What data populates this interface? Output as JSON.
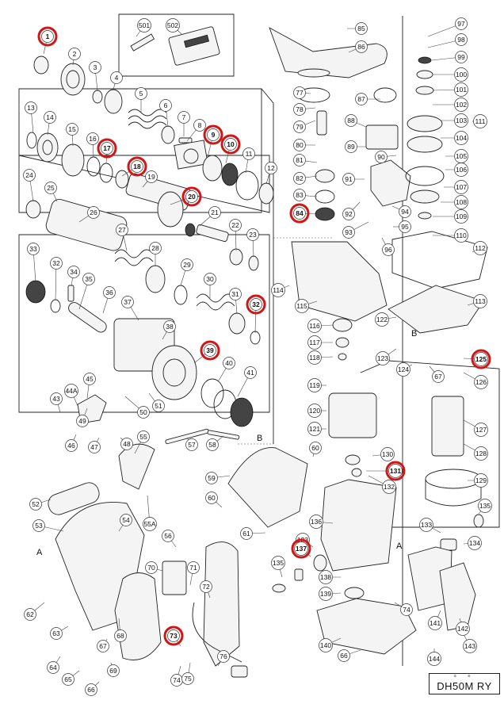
{
  "document": {
    "model": "DH50M RY",
    "code_glyphs": "※ ※"
  },
  "section_markers": [
    "A",
    "B",
    "B",
    "A"
  ],
  "highlight_color": "#d01616",
  "callouts": [
    {
      "label": "1",
      "highlighted": true
    },
    {
      "label": "2"
    },
    {
      "label": "3"
    },
    {
      "label": "4"
    },
    {
      "label": "5"
    },
    {
      "label": "6"
    },
    {
      "label": "7"
    },
    {
      "label": "8"
    },
    {
      "label": "9",
      "highlighted": true
    },
    {
      "label": "10",
      "highlighted": true
    },
    {
      "label": "11"
    },
    {
      "label": "12"
    },
    {
      "label": "13"
    },
    {
      "label": "14"
    },
    {
      "label": "15"
    },
    {
      "label": "16"
    },
    {
      "label": "17",
      "highlighted": true
    },
    {
      "label": "18",
      "highlighted": true
    },
    {
      "label": "19"
    },
    {
      "label": "20",
      "highlighted": true
    },
    {
      "label": "21"
    },
    {
      "label": "22"
    },
    {
      "label": "23"
    },
    {
      "label": "24"
    },
    {
      "label": "25"
    },
    {
      "label": "26"
    },
    {
      "label": "27"
    },
    {
      "label": "28"
    },
    {
      "label": "29"
    },
    {
      "label": "30"
    },
    {
      "label": "31"
    },
    {
      "label": "32",
      "highlighted": true
    },
    {
      "label": "33"
    },
    {
      "label": "32"
    },
    {
      "label": "34"
    },
    {
      "label": "35"
    },
    {
      "label": "36"
    },
    {
      "label": "37"
    },
    {
      "label": "38"
    },
    {
      "label": "39",
      "highlighted": true
    },
    {
      "label": "40"
    },
    {
      "label": "41"
    },
    {
      "label": "43"
    },
    {
      "label": "44A"
    },
    {
      "label": "45"
    },
    {
      "label": "46"
    },
    {
      "label": "47"
    },
    {
      "label": "48"
    },
    {
      "label": "49"
    },
    {
      "label": "50"
    },
    {
      "label": "51"
    },
    {
      "label": "52"
    },
    {
      "label": "53"
    },
    {
      "label": "54"
    },
    {
      "label": "55"
    },
    {
      "label": "55A"
    },
    {
      "label": "56"
    },
    {
      "label": "57"
    },
    {
      "label": "58"
    },
    {
      "label": "59"
    },
    {
      "label": "60"
    },
    {
      "label": "60"
    },
    {
      "label": "61"
    },
    {
      "label": "62"
    },
    {
      "label": "63"
    },
    {
      "label": "64"
    },
    {
      "label": "65"
    },
    {
      "label": "66"
    },
    {
      "label": "67"
    },
    {
      "label": "68"
    },
    {
      "label": "69"
    },
    {
      "label": "70"
    },
    {
      "label": "71"
    },
    {
      "label": "72"
    },
    {
      "label": "73",
      "highlighted": true
    },
    {
      "label": "74"
    },
    {
      "label": "75"
    },
    {
      "label": "76"
    },
    {
      "label": "77"
    },
    {
      "label": "78"
    },
    {
      "label": "79"
    },
    {
      "label": "80"
    },
    {
      "label": "81"
    },
    {
      "label": "82"
    },
    {
      "label": "83"
    },
    {
      "label": "84",
      "highlighted": true
    },
    {
      "label": "85"
    },
    {
      "label": "86"
    },
    {
      "label": "87"
    },
    {
      "label": "88"
    },
    {
      "label": "89"
    },
    {
      "label": "90"
    },
    {
      "label": "91"
    },
    {
      "label": "92"
    },
    {
      "label": "93"
    },
    {
      "label": "94"
    },
    {
      "label": "95"
    },
    {
      "label": "96"
    },
    {
      "label": "97"
    },
    {
      "label": "98"
    },
    {
      "label": "99"
    },
    {
      "label": "100"
    },
    {
      "label": "101"
    },
    {
      "label": "102"
    },
    {
      "label": "103"
    },
    {
      "label": "104"
    },
    {
      "label": "105"
    },
    {
      "label": "106"
    },
    {
      "label": "107"
    },
    {
      "label": "108"
    },
    {
      "label": "109"
    },
    {
      "label": "110"
    },
    {
      "label": "111"
    },
    {
      "label": "112"
    },
    {
      "label": "113"
    },
    {
      "label": "114"
    },
    {
      "label": "115"
    },
    {
      "label": "116"
    },
    {
      "label": "117"
    },
    {
      "label": "118"
    },
    {
      "label": "119"
    },
    {
      "label": "120"
    },
    {
      "label": "121"
    },
    {
      "label": "122"
    },
    {
      "label": "123"
    },
    {
      "label": "124"
    },
    {
      "label": "125",
      "highlighted": true
    },
    {
      "label": "126"
    },
    {
      "label": "127"
    },
    {
      "label": "128"
    },
    {
      "label": "129"
    },
    {
      "label": "130"
    },
    {
      "label": "131",
      "highlighted": true
    },
    {
      "label": "132"
    },
    {
      "label": "133"
    },
    {
      "label": "133"
    },
    {
      "label": "134"
    },
    {
      "label": "135"
    },
    {
      "label": "135"
    },
    {
      "label": "136"
    },
    {
      "label": "137",
      "highlighted": true
    },
    {
      "label": "138"
    },
    {
      "label": "139"
    },
    {
      "label": "140"
    },
    {
      "label": "141"
    },
    {
      "label": "142"
    },
    {
      "label": "143"
    },
    {
      "label": "144"
    },
    {
      "label": "501"
    },
    {
      "label": "502"
    },
    {
      "label": "66"
    },
    {
      "label": "67"
    },
    {
      "label": "74"
    }
  ]
}
